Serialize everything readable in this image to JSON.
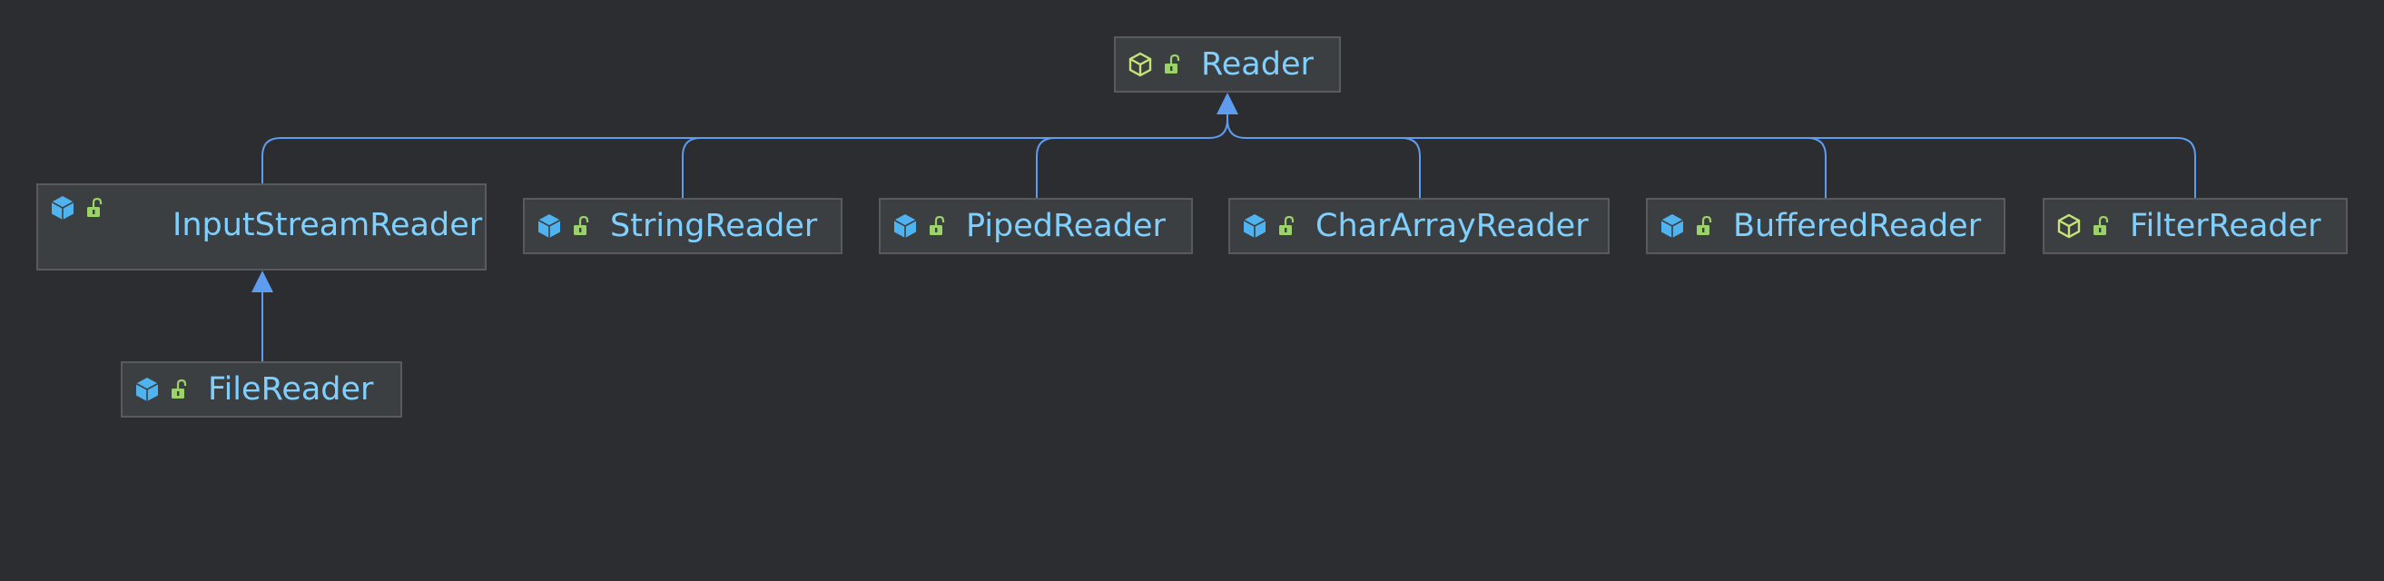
{
  "colors": {
    "background": "#2b2d30",
    "node_fill": "#3c3f41",
    "node_border": "#585a5e",
    "label": "#7fd0ff",
    "edge": "#5e9cf0",
    "class_icon": "#4fb3f0",
    "abstract_icon": "#c5e478",
    "lock_icon": "#9bd26a"
  },
  "nodes": [
    {
      "id": "reader",
      "label": "Reader",
      "icon": "abstract-class-icon",
      "access_icon": "unlocked-icon"
    },
    {
      "id": "inputstreamreader",
      "label": "InputStreamReader",
      "icon": "class-icon",
      "access_icon": "unlocked-icon"
    },
    {
      "id": "stringreader",
      "label": "StringReader",
      "icon": "class-icon",
      "access_icon": "unlocked-icon"
    },
    {
      "id": "pipedreader",
      "label": "PipedReader",
      "icon": "class-icon",
      "access_icon": "unlocked-icon"
    },
    {
      "id": "chararrayreader",
      "label": "CharArrayReader",
      "icon": "class-icon",
      "access_icon": "unlocked-icon"
    },
    {
      "id": "bufferedreader",
      "label": "BufferedReader",
      "icon": "class-icon",
      "access_icon": "unlocked-icon"
    },
    {
      "id": "filterreader",
      "label": "FilterReader",
      "icon": "abstract-class-icon",
      "access_icon": "unlocked-icon"
    },
    {
      "id": "filereader",
      "label": "FileReader",
      "icon": "class-icon",
      "access_icon": "unlocked-icon"
    }
  ],
  "edges": [
    {
      "from": "inputstreamreader",
      "to": "reader",
      "type": "extends"
    },
    {
      "from": "stringreader",
      "to": "reader",
      "type": "extends"
    },
    {
      "from": "pipedreader",
      "to": "reader",
      "type": "extends"
    },
    {
      "from": "chararrayreader",
      "to": "reader",
      "type": "extends"
    },
    {
      "from": "bufferedreader",
      "to": "reader",
      "type": "extends"
    },
    {
      "from": "filterreader",
      "to": "reader",
      "type": "extends"
    },
    {
      "from": "filereader",
      "to": "inputstreamreader",
      "type": "extends"
    }
  ]
}
